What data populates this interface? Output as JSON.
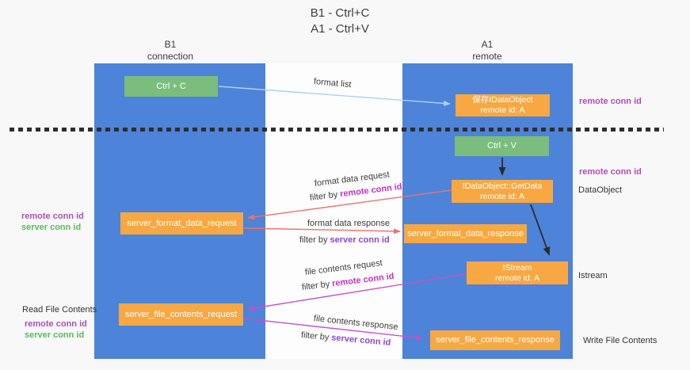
{
  "title": {
    "line1": "B1 - Ctrl+C",
    "line2": "A1 - Ctrl+V"
  },
  "lifelines": {
    "left": {
      "title": "B1",
      "subtitle": "connection"
    },
    "right": {
      "title": "A1",
      "subtitle": "remote"
    }
  },
  "nodes": {
    "ctrl_c": {
      "label": "Ctrl + C"
    },
    "save_dataobject": {
      "line1": "保存IDataObject",
      "line2": "remote id: A"
    },
    "ctrl_v": {
      "label": "Ctrl + V"
    },
    "getdata": {
      "line1": "IDataObject::GetData",
      "line2": "remote id: A"
    },
    "server_format_data_request": {
      "label": "server_format_data_request"
    },
    "server_format_data_response": {
      "label": "server_format_data_response"
    },
    "istream": {
      "line1": "IStream",
      "line2": "remote id: A"
    },
    "server_file_contents_request": {
      "label": "server_file_contents_request"
    },
    "server_file_contents_response": {
      "label": "server_file_contents_response"
    }
  },
  "messages": {
    "format_list": "format list",
    "format_data_request": "format data request",
    "format_data_response": "format data response",
    "file_contents_request": "file contents request",
    "file_contents_response": "file contents response",
    "filter_by": "filter by",
    "remote_conn_id": "remote conn id",
    "server_conn_id": "server conn id"
  },
  "annotations": {
    "right_remote_conn_id_top": "remote conn id",
    "right_remote_conn_id_mid": "remote conn id",
    "dataobject": "DataObject",
    "istream": "Istream",
    "write_file_contents": "Write File Contents",
    "left_remote_conn_id_top": "remote conn id",
    "left_server_conn_id_top": "server conn id",
    "read_file_contents": "Read File Contents",
    "left_remote_conn_id_bottom": "remote conn id",
    "left_server_conn_id_bottom": "server conn id"
  },
  "colors": {
    "lifeline_fill": "#4d83d8",
    "node_green": "#7abd7c",
    "node_orange": "#f7a843",
    "arrow_format_list": "#a9d2f0",
    "arrow_red": "#e8756e",
    "arrow_magenta": "#c453c8",
    "arrow_black": "#2b2b2b",
    "text_remote_conn": "#b14eb8",
    "text_server_conn_green": "#5cb85c",
    "text_filter_remote": "#c92fc4",
    "text_filter_server": "#8f46d2"
  }
}
